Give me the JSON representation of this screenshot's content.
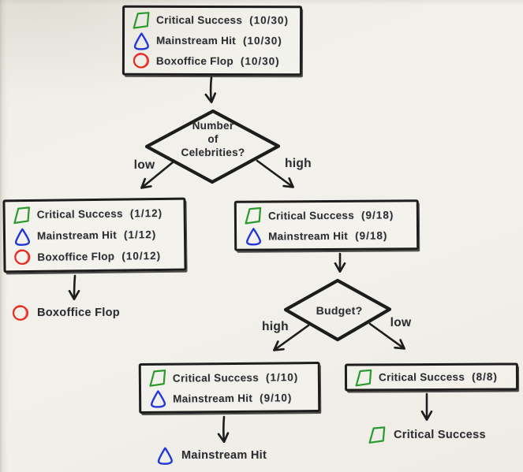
{
  "palette": {
    "paper": "#f1efe9",
    "ink": "#1d1d1d",
    "text": "#2c2c2c",
    "critical_success_green": "#2b9b2f",
    "mainstream_hit_blue": "#2337d8",
    "boxoffice_flop_red": "#e62b20"
  },
  "nodes": {
    "root": {
      "rows": [
        {
          "icon": "critical-success-icon",
          "label": "Critical Success",
          "count": "(10/30)"
        },
        {
          "icon": "mainstream-hit-icon",
          "label": "Mainstream Hit",
          "count": "(10/30)"
        },
        {
          "icon": "boxoffice-flop-icon",
          "label": "Boxoffice Flop",
          "count": "(10/30)"
        }
      ]
    },
    "celebrities": {
      "lines": [
        "Number",
        "of",
        "Celebrities?"
      ],
      "left_label": "low",
      "right_label": "high"
    },
    "celeb_low": {
      "rows": [
        {
          "icon": "critical-success-icon",
          "label": "Critical Success",
          "count": "(1/12)"
        },
        {
          "icon": "mainstream-hit-icon",
          "label": "Mainstream Hit",
          "count": "(1/12)"
        },
        {
          "icon": "boxoffice-flop-icon",
          "label": "Boxoffice Flop",
          "count": "(10/12)"
        }
      ]
    },
    "celeb_low_leaf": {
      "icon": "boxoffice-flop-icon",
      "label": "Boxoffice Flop"
    },
    "celeb_high": {
      "rows": [
        {
          "icon": "critical-success-icon",
          "label": "Critical Success",
          "count": "(9/18)"
        },
        {
          "icon": "mainstream-hit-icon",
          "label": "Mainstream Hit",
          "count": "(9/18)"
        }
      ]
    },
    "budget": {
      "lines": [
        "Budget?"
      ],
      "left_label": "high",
      "right_label": "low"
    },
    "budget_high": {
      "rows": [
        {
          "icon": "critical-success-icon",
          "label": "Critical Success",
          "count": "(1/10)"
        },
        {
          "icon": "mainstream-hit-icon",
          "label": "Mainstream Hit",
          "count": "(9/10)"
        }
      ]
    },
    "budget_high_leaf": {
      "icon": "mainstream-hit-icon",
      "label": "Mainstream Hit"
    },
    "budget_low": {
      "rows": [
        {
          "icon": "critical-success-icon",
          "label": "Critical Success",
          "count": "(8/8)"
        }
      ]
    },
    "budget_low_leaf": {
      "icon": "critical-success-icon",
      "label": "Critical Success"
    }
  }
}
